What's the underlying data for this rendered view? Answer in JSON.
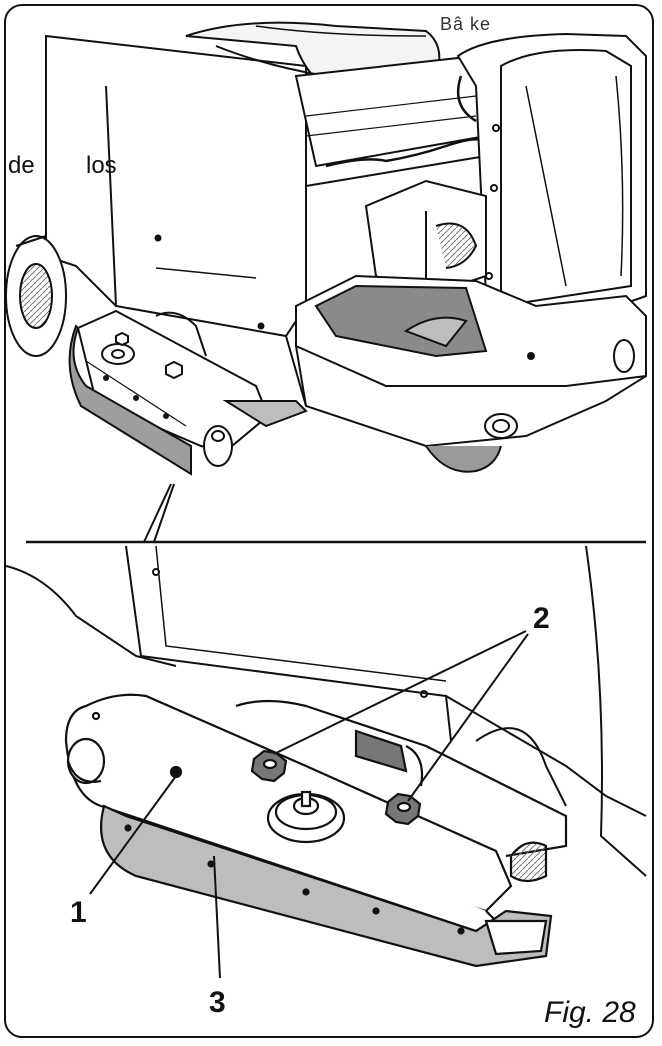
{
  "texts": {
    "top_clipped": "Bâ ke",
    "stray_word_1": "de",
    "stray_word_2": "los",
    "caption": "Fig. 28"
  },
  "callouts": [
    {
      "id": "1",
      "label": "1"
    },
    {
      "id": "2",
      "label": "2"
    },
    {
      "id": "3",
      "label": "3"
    }
  ],
  "colors": {
    "line": "#111111",
    "shade": "#bdbdbd",
    "dark_shade": "#8a8a8a",
    "floor": "#cfcfcf"
  }
}
